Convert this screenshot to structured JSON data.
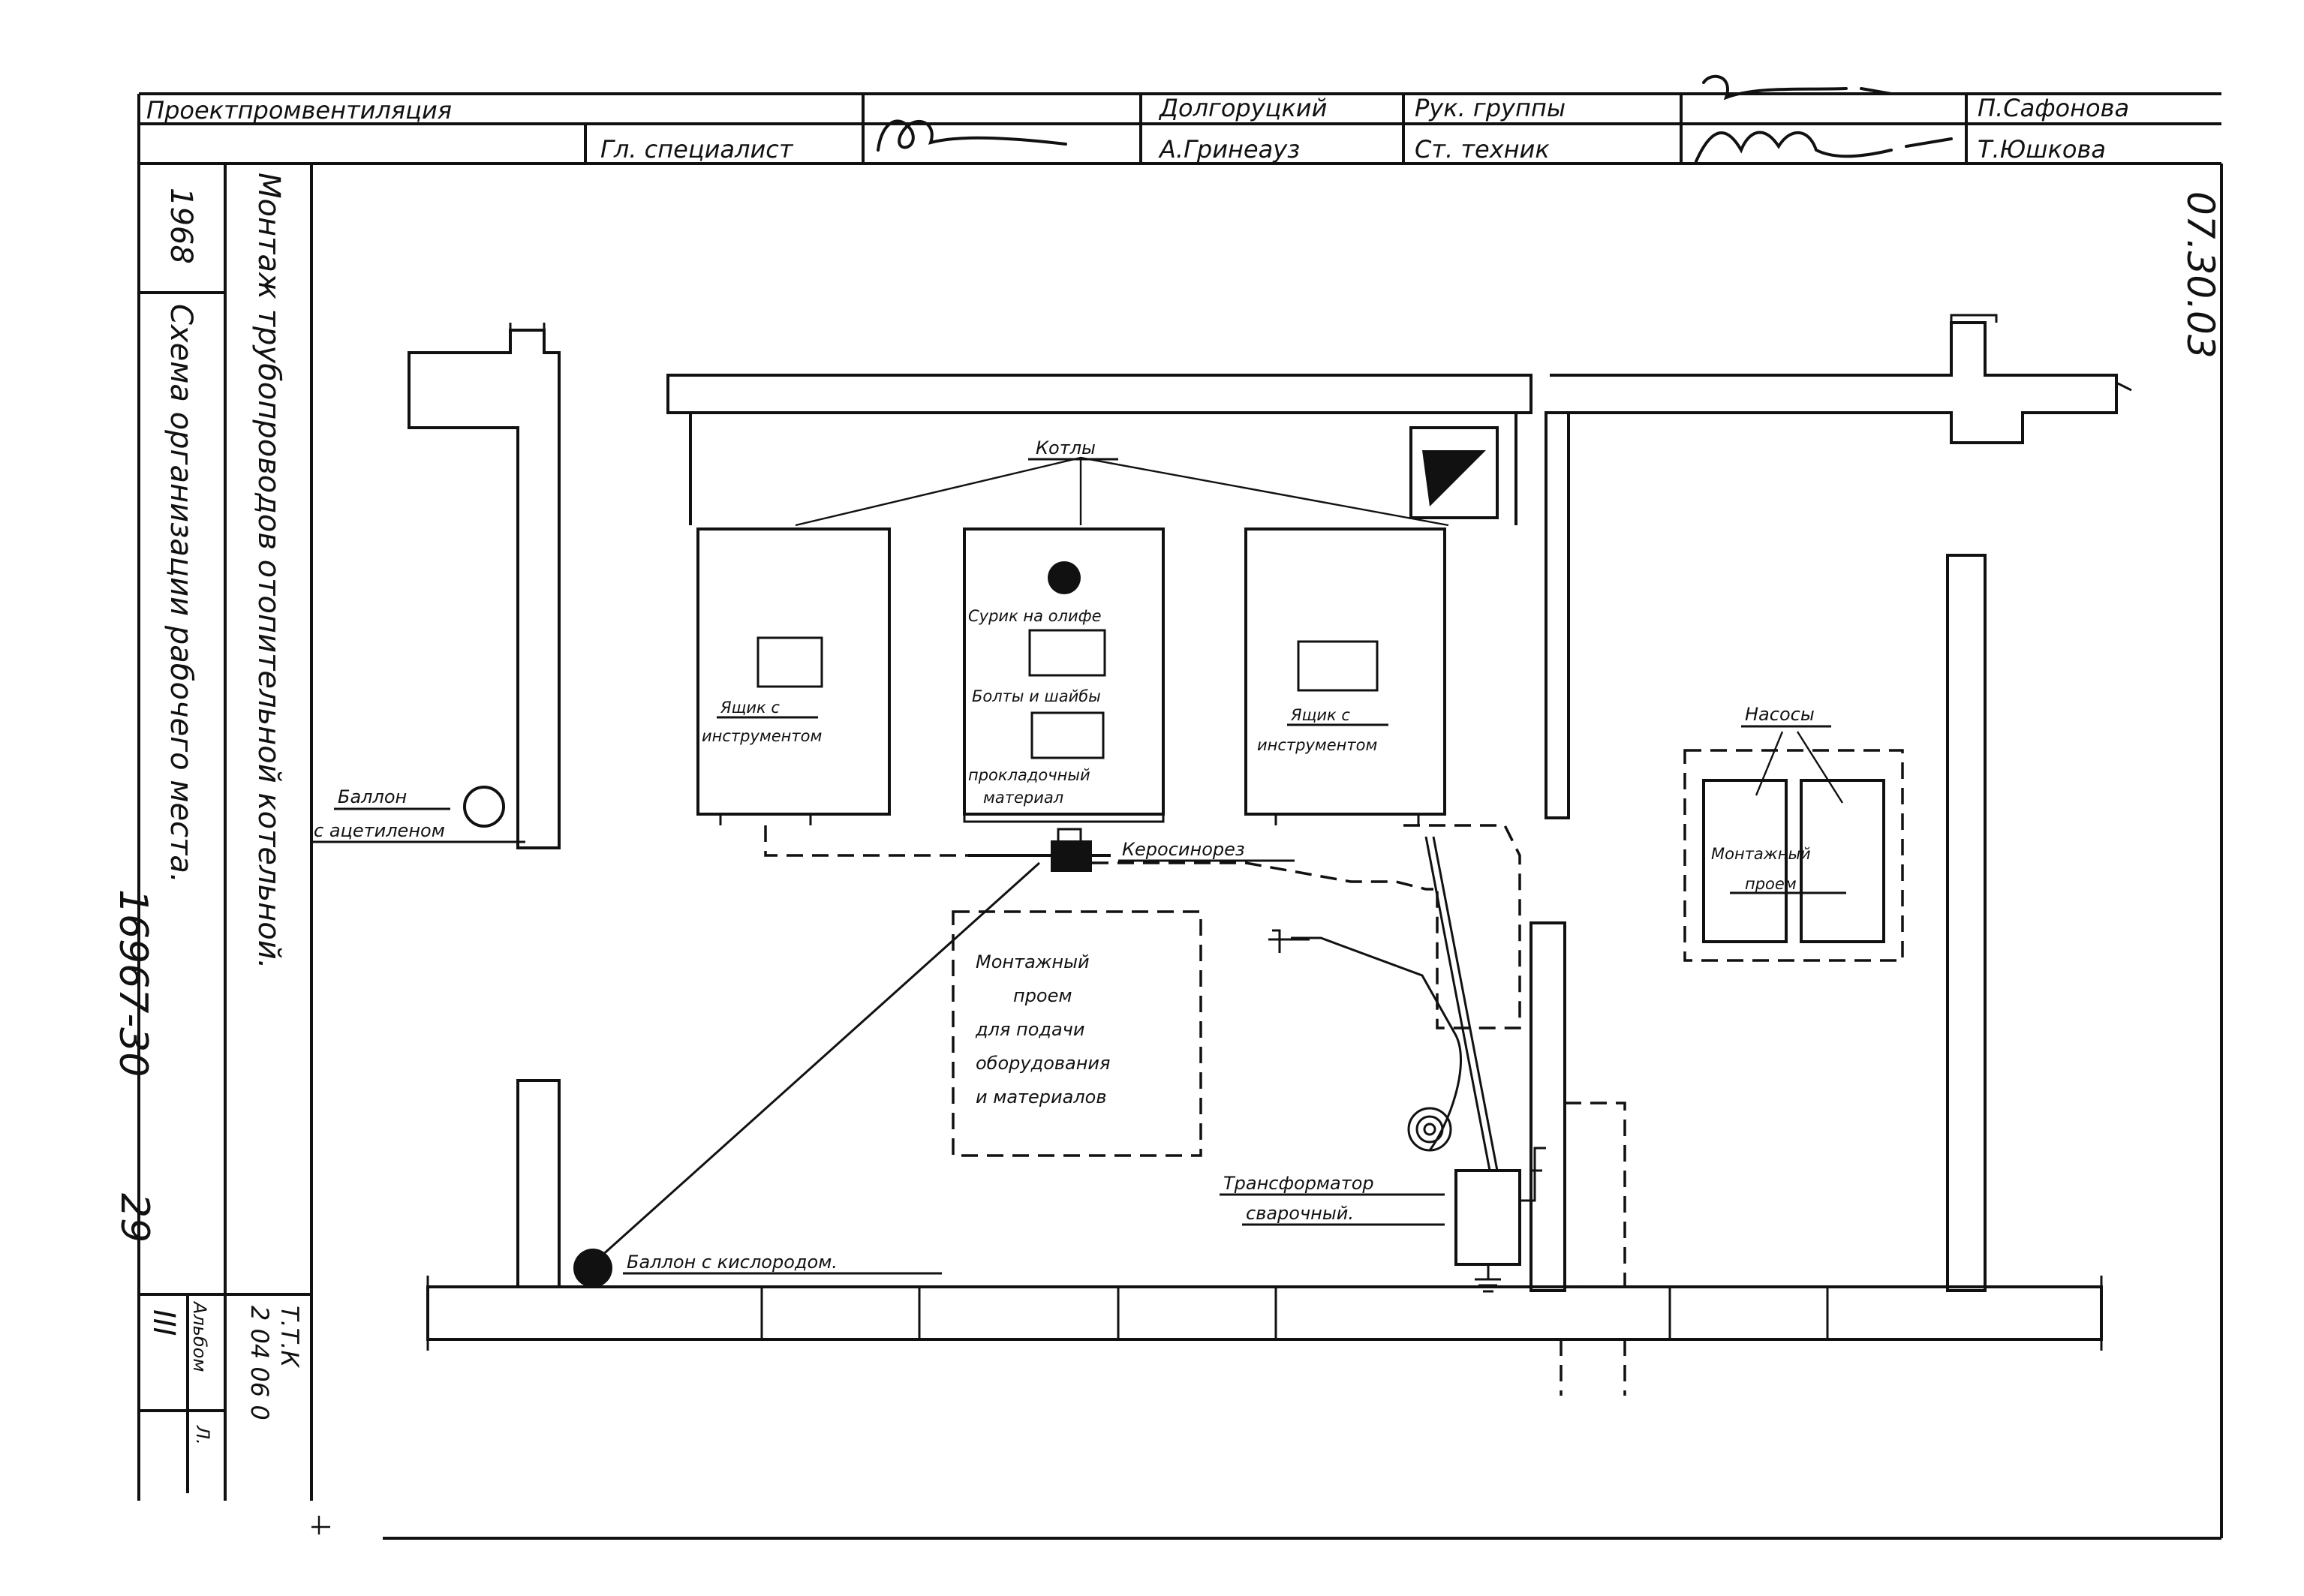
{
  "title_block": {
    "organization": "Проектпромвентиляция",
    "chief_specialist_label": "Гл. специалист",
    "approver_name": "А.Гринеауз",
    "dept_head_name": "Долгоруцкий",
    "group_lead_label": "Рук. группы",
    "group_lead_name": "П.Сафонова",
    "tech_label": "Ст. техник",
    "tech_name": "Т.Юшкова"
  },
  "sidebar": {
    "year": "1968",
    "project_title": "Монтаж трубопроводов отопительной котельной.",
    "sheet_title": "Схема организации рабочего места.",
    "album_label": "Альбом",
    "album_number": "III",
    "tt_code": "Т.Т.К",
    "tt_code_2": "2 04 06 0",
    "sheet_label": "Л."
  },
  "drawing": {
    "doc_code": "07.30.03",
    "archive_number": "16967-30",
    "page_number": "29",
    "labels": {
      "boilers": "Котлы",
      "paint": "Сурик на олифе",
      "bolts": "Болты и шайбы",
      "gasket_1": "прокладочный",
      "gasket_2": "материал",
      "toolbox_left_1": "Ящик с",
      "toolbox_left_2": "инструментом",
      "toolbox_right_1": "Ящик с",
      "toolbox_right_2": "инструментом",
      "kerosene": "Керосинорез",
      "acetylene_1": "Баллон",
      "acetylene_2": "с ацетиленом",
      "oxygen": "Баллон с кислородом.",
      "opening_1": "Монтажный",
      "opening_2": "проем",
      "opening_3": "для подачи",
      "opening_4": "оборудования",
      "opening_5": "и материалов",
      "pumps": "Насосы",
      "pump_opening_1": "Монтажный",
      "pump_opening_2": "проем",
      "transformer_1": "Трансформатор",
      "transformer_2": "сварочный."
    }
  }
}
